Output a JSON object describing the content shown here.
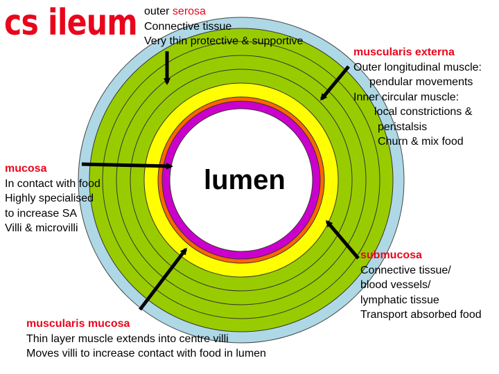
{
  "title": "cs ileum",
  "center_label": "lumen",
  "colors": {
    "serosa": "#aed8e6",
    "muscle_green": "#99cc00",
    "submucosa_yellow": "#ffff00",
    "muscularis_mucosa_orange": "#ff6600",
    "mucosa_purple": "#cc00cc",
    "accent_red": "#e8061c"
  },
  "serosa": {
    "prefix": "outer ",
    "name": "serosa",
    "lines": [
      "Connective tissue",
      "Very thin protective & supportive"
    ]
  },
  "muscularis_externa": {
    "name": "muscularis externa",
    "lines": [
      "Outer longitudinal muscle:",
      "pendular movements",
      "Inner circular muscle:",
      "local constrictions &",
      "peristalsis",
      "Churn & mix food"
    ]
  },
  "mucosa": {
    "name": "mucosa",
    "lines": [
      "In contact with food",
      "Highly specialised",
      "to increase SA",
      "Villi & microvilli"
    ]
  },
  "submucosa": {
    "name": "submucosa",
    "lines": [
      "Connective tissue/",
      "blood vessels/",
      "lymphatic tissue",
      "Transport absorbed food"
    ]
  },
  "muscularis_mucosa": {
    "name": "muscularis mucosa",
    "lines": [
      "Thin layer muscle extends into centre villi",
      "Moves villi to increase contact with food in lumen"
    ]
  }
}
